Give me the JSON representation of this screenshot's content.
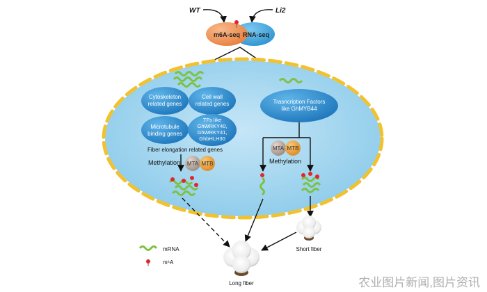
{
  "inputs": {
    "wt": "WT",
    "li2": "Li2"
  },
  "seq": {
    "m6a": "m6A-seq",
    "rna": "RNA-seq"
  },
  "left_genes": {
    "cytoskeleton": [
      "Cytoskeleton",
      "related genes"
    ],
    "cell_wall": [
      "Cell wall",
      "related genes"
    ],
    "microtubule": [
      "Microtubule",
      "binding genes"
    ],
    "tfs": [
      "TFs like",
      "GhWRKY40,",
      "GhWRKY41,",
      "GhbHLH30"
    ],
    "group_label": "Fiber elongation related genes"
  },
  "tf_right": [
    "Trasncription Factors",
    "like GhMYB44"
  ],
  "enzymes": {
    "mta": "MTA",
    "mtb": "MTB"
  },
  "methylation_label": "Methylation",
  "outcomes": {
    "long": "Long fiber",
    "short": "Short fiber"
  },
  "legend": {
    "mrna": "mRNA",
    "m6a": "m⁶A"
  },
  "watermark": "农业图片新闻,图片资讯",
  "colors": {
    "cell_fill": "#a9d7ef",
    "membrane": "#f2c22e",
    "gene_bubble": "#2f8fcf",
    "m6a_ball": "#f39a5d",
    "rna_ball": "#4aa9de",
    "mrna": "#7cc242",
    "m6a_mark": "#e3262b",
    "mta": "#b9a9a0",
    "mtb": "#efa33d"
  }
}
